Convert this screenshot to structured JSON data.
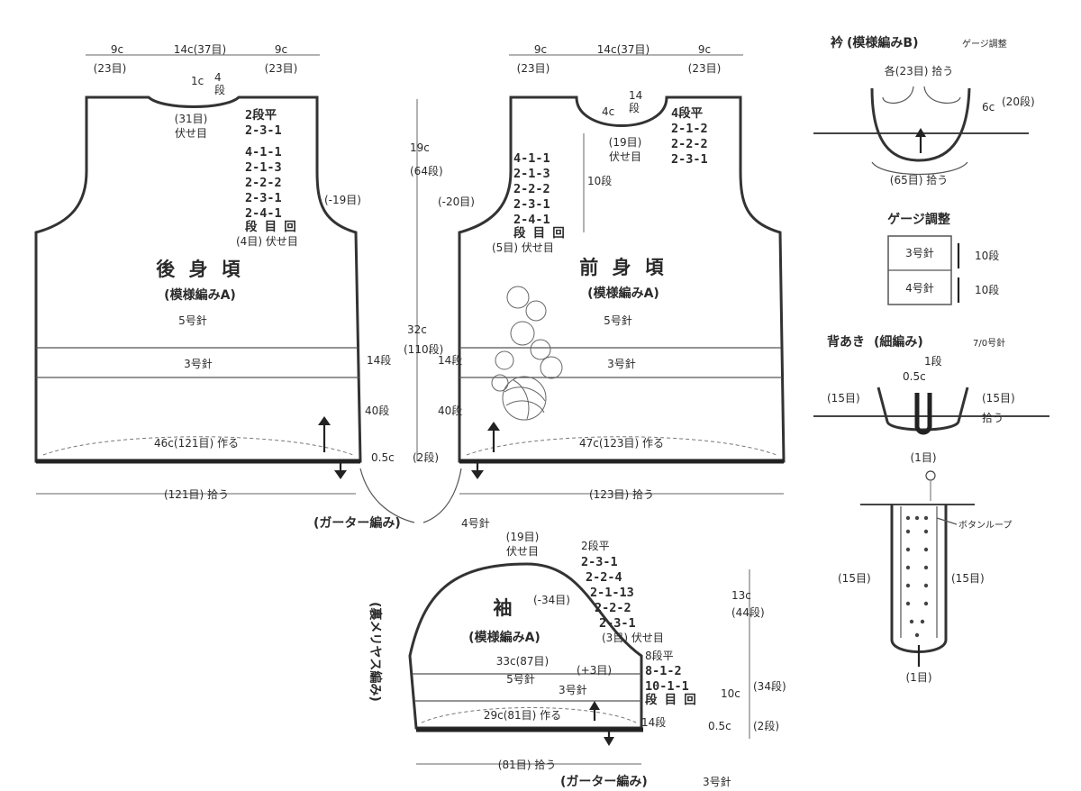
{
  "back": {
    "top_w_left": "9c",
    "top_w_mid": "14c(37目)",
    "top_w_right": "9c",
    "sts_left": "(23目)",
    "sts_right": "(23目)",
    "neck_depth": "1c",
    "neck_rows_num": "4",
    "neck_rows_unit": "段",
    "bind_off_count": "(31目)",
    "bind_off_word": "伏せ目",
    "neck_dec": [
      "2段平",
      "2-3-1"
    ],
    "armhole_dec": [
      "4-1-1",
      "2-1-3",
      "2-2-2",
      "2-3-1",
      "2-4-1"
    ],
    "armhole_units": "段 目 回",
    "armhole_bind": "(4目) 伏せ目",
    "armhole_total": "(-19目)",
    "title": "後 身 頃",
    "pattern": "(模様編みA)",
    "needle_body": "5号針",
    "needle_band": "3号針",
    "cast_on": "46c(121目) 作る",
    "pickup": "(121目) 拾う"
  },
  "front": {
    "top_w_left": "9c",
    "top_w_mid": "14c(37目)",
    "top_w_right": "9c",
    "sts_left": "(23目)",
    "sts_right": "(23目)",
    "neck_depth": "4c",
    "neck_rows_num": "14",
    "neck_rows_unit": "段",
    "neck_count": "(19目)",
    "neck_word": "伏せ目",
    "neck_dec": [
      "4段平",
      "2-1-2",
      "2-2-2",
      "2-3-1"
    ],
    "armhole_dec": [
      "4-1-1",
      "2-1-3",
      "2-2-2",
      "2-3-1",
      "2-4-1"
    ],
    "armhole_units": "段 目 回",
    "armhole_bind": "(5目) 伏せ目",
    "armhole_total": "(-20目)",
    "inner_rows": "10段",
    "title": "前 身 頃",
    "pattern": "(模様編みA)",
    "needle_body": "5号針",
    "needle_band": "3号針",
    "cast_on": "47c(123目) 作る",
    "pickup": "(123目) 拾う"
  },
  "center": {
    "armhole_h": "19c",
    "armhole_rows": "(64段)",
    "body_h": "32c",
    "body_rows": "(110段)",
    "band_rows": "14段",
    "rib_rows": "40段",
    "garter_h": "0.5c",
    "garter_rows": "(2段)",
    "garter_title": "(ガーター編み)",
    "garter_needle": "4号針"
  },
  "sleeve": {
    "top_count": "(19目)",
    "top_word": "伏せ目",
    "cap_dec": [
      "2段平",
      "2-3-1",
      "2-2-4",
      "2-1-13",
      "2-2-2",
      "2-3-1"
    ],
    "cap_bind": "(3目) 伏せ目",
    "cap_total": "(-34目)",
    "title": "袖",
    "pattern": "(模様編みA)",
    "width_upper": "33c(87目)",
    "needle_body": "5号針",
    "needle_band": "3号針",
    "inc_total": "(+3目)",
    "inc": [
      "8段平",
      "8-1-2",
      "10-1-1"
    ],
    "inc_units": "段 目 回",
    "cast_on": "29c(81目) 作る",
    "band_rows": "14段",
    "pickup": "(81目) 拾う",
    "cap_h": "13c",
    "cap_rows": "(44段)",
    "body_h": "10c",
    "body_rows": "(34段)",
    "garter_h": "0.5c",
    "garter_rows": "(2段)",
    "side_label": "(裏メリヤス編み)",
    "garter_title": "(ガーター編み)",
    "garter_needle": "3号針"
  },
  "collar": {
    "title": "衿",
    "pattern": "(模様編みB)",
    "note": "ゲージ調整",
    "pickup_each": "各(23目) 拾う",
    "height": "6c",
    "rows": "(20段)",
    "pickup_total": "(65目) 拾う"
  },
  "gauge": {
    "title": "ゲージ調整",
    "needle_upper": "3号針",
    "needle_lower": "4号針",
    "rows_upper": "10段",
    "rows_lower": "10段"
  },
  "back_opening": {
    "title": "背あき",
    "pattern": "(細編み)",
    "hook": "7/0号針",
    "rows_top": "1段",
    "depth": "0.5c",
    "left": "(15目)",
    "right": "(15目)",
    "pickup": "拾う",
    "bottom": "(1目)",
    "button_loop": "ボタンループ",
    "left2": "(15目)",
    "right2": "(15目)",
    "bottom2": "(1目)"
  },
  "colors": {
    "ink": "#2a2a2a",
    "paper": "#ffffff",
    "band": "#333333"
  },
  "icons": [
    "yarn-ball-icon",
    "arrow-up-icon",
    "arrow-down-icon"
  ]
}
